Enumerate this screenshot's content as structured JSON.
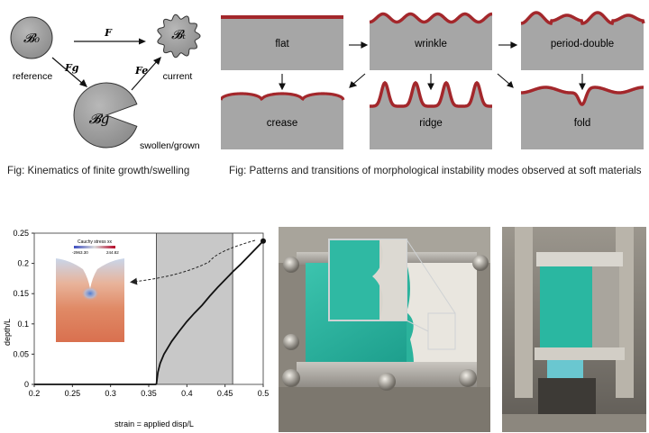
{
  "kinematics": {
    "reference_symbol": "𝓑₀",
    "reference_label": "reference",
    "current_symbol": "𝓑ₜ",
    "current_label": "current",
    "grown_symbol": "𝓑g",
    "grown_label": "swollen/grown",
    "F_label": "F",
    "Fg_label": "Fg",
    "Fe_label": "Fe",
    "caption": "Fig: Kinematics of finite growth/swelling"
  },
  "patterns": {
    "flat": "flat",
    "wrinkle": "wrinkle",
    "period_double": "period-double",
    "crease": "crease",
    "ridge": "ridge",
    "fold": "fold",
    "caption": "Fig: Patterns and transitions of morphological instability modes observed at soft materials",
    "colors": {
      "substrate": "#a6a6a6",
      "film": "#a3272b"
    }
  },
  "inset": {
    "title": "Cauchy stress xx",
    "min_label": "-2963.30",
    "max_label": "244.82"
  },
  "chart_data": {
    "type": "line",
    "xlabel": "strain = applied disp/L",
    "ylabel": "depth/L",
    "xlim": [
      0.2,
      0.5
    ],
    "ylim": [
      0,
      0.25
    ],
    "xticks": [
      "0.2",
      "0.25",
      "0.3",
      "0.35",
      "0.4",
      "0.45",
      "0.5"
    ],
    "yticks": [
      "0",
      "0.05",
      "0.1",
      "0.15",
      "0.2",
      "0.25"
    ],
    "shaded_band": [
      0.36,
      0.46
    ],
    "grid": false,
    "series": [
      {
        "x": [
          0.2,
          0.36
        ],
        "y": [
          0,
          0
        ]
      },
      {
        "x": [
          0.36,
          0.362,
          0.365,
          0.37,
          0.38,
          0.39,
          0.4,
          0.41,
          0.42,
          0.43,
          0.44,
          0.45,
          0.46,
          0.47,
          0.48,
          0.49,
          0.5
        ],
        "y": [
          0,
          0.02,
          0.035,
          0.05,
          0.071,
          0.088,
          0.104,
          0.118,
          0.131,
          0.146,
          0.16,
          0.173,
          0.186,
          0.198,
          0.211,
          0.224,
          0.237
        ]
      }
    ]
  },
  "colors": {
    "teal": "#1fae9a"
  }
}
